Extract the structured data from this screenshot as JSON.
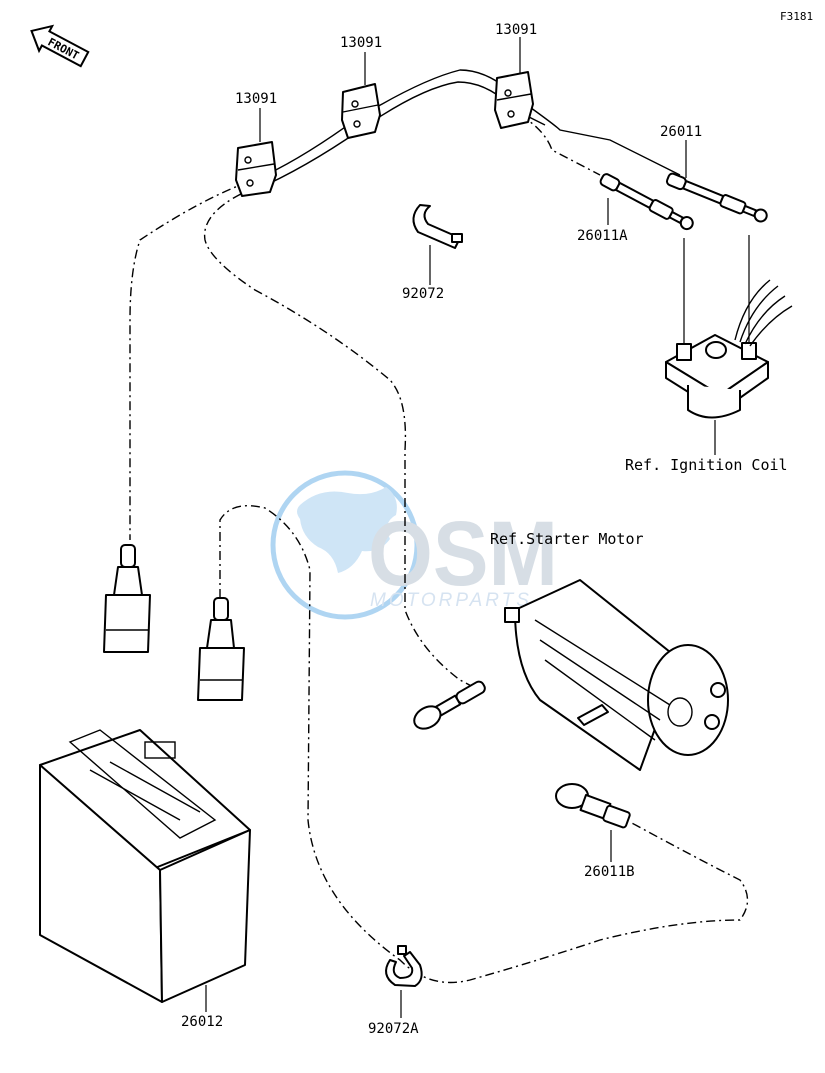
{
  "figure_id": "F3181",
  "direction_label": "FRONT",
  "parts": {
    "clamp_a": "13091",
    "clamp_b": "13091",
    "clamp_c": "13091",
    "cable_26011": "26011",
    "cable_26011a": "26011A",
    "band_92072": "92072",
    "cable_26011b": "26011B",
    "battery_26012": "26012",
    "band_92072a": "92072A"
  },
  "references": {
    "ignition_coil": "Ref. Ignition Coil",
    "starter_motor": "Ref.Starter Motor"
  },
  "watermark": {
    "brand": "OSM",
    "sub": "MOTORPARTS"
  },
  "colors": {
    "line": "#000000",
    "watermark_blue": "#1a7fd1",
    "watermark_grey": "#b7c4d0"
  }
}
